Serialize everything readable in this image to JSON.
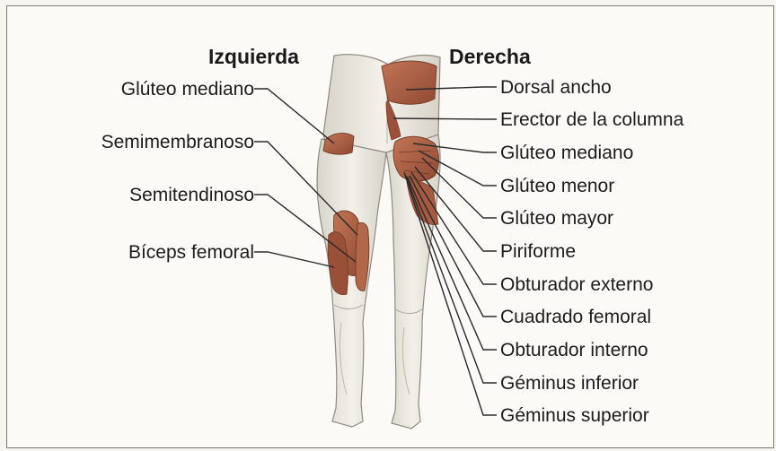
{
  "headings": {
    "left": "Izquierda",
    "right": "Derecha"
  },
  "left_labels": [
    "Glúteo mediano",
    "Semimembranoso",
    "Semitendinoso",
    "Bíceps femoral"
  ],
  "right_labels": [
    "Dorsal ancho",
    "Erector de la columna",
    "Glúteo mediano",
    "Glúteo menor",
    "Glúteo mayor",
    "Piriforme",
    "Obturador externo",
    "Cuadrado femoral",
    "Obturador interno",
    "Géminus inferior",
    "Géminus superior"
  ],
  "colors": {
    "muscle": "#b3674a",
    "muscle_dark": "#8a4530",
    "skin": "#e9e6dd",
    "outline": "#8d8a82",
    "leader_line": "#2a2a2a",
    "border": "#7a7a70"
  }
}
